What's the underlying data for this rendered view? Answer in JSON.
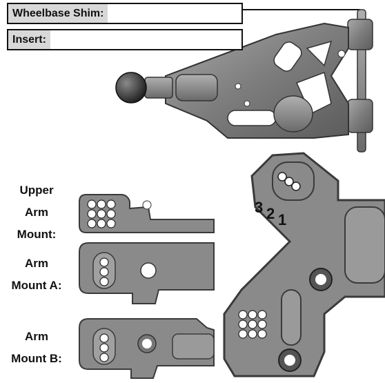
{
  "fields": {
    "wheelbase_shim": {
      "label": "Wheelbase Shim:",
      "value": ""
    },
    "insert": {
      "label": "Insert:",
      "value": ""
    }
  },
  "labels": {
    "upper_arm_mount": [
      "Upper",
      "Arm",
      "Mount:"
    ],
    "arm_mount_a": [
      "Arm",
      "Mount A:"
    ],
    "arm_mount_b": [
      "Arm",
      "Mount B:"
    ]
  },
  "position_numbers": [
    "3",
    "2",
    "1"
  ],
  "colors": {
    "part_fill": "#8a8a8a",
    "part_edge": "#3a3a3a",
    "label_bg": "#d8d8d8"
  }
}
